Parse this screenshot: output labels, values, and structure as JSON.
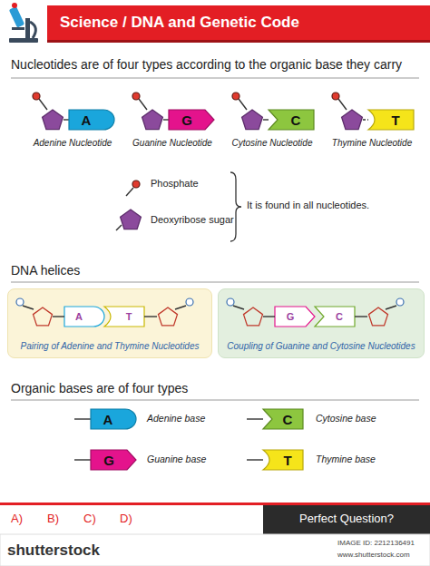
{
  "diagram": {
    "title": "Science / DNA and Genetic Code",
    "nodes": [
      {
        "text": [
          "A"
        ]
      },
      {
        "text": [
          "G"
        ]
      },
      {
        "text": [
          "C"
        ]
      },
      {
        "text": [
          "T"
        ]
      },
      {
        "text": [
          "Pairing of Adenine and Thymine Nucleotides"
        ]
      },
      {
        "text": [
          "A"
        ],
        "in": 4
      },
      {
        "text": [
          "T"
        ],
        "in": 4
      },
      {
        "text": [
          "Coupling of Guanine and Cytosine Nucleotides"
        ]
      },
      {
        "text": [
          "G"
        ],
        "in": 7
      },
      {
        "text": [
          "C"
        ],
        "in": 7
      },
      {
        "text": [
          "A"
        ]
      },
      {
        "text": [
          "C"
        ]
      },
      {
        "text": [
          "G"
        ]
      },
      {
        "text": [
          "T"
        ]
      }
    ],
    "labels": [
      "Nucleotides are of four types according to the organic base they carry",
      "Adenine Nucleotide",
      "Guanine Nucleotide",
      "Cytosine Nucleotide",
      "Thymine Nucleotide",
      "It is found in all nucleotides.",
      "DNA helices",
      "Organic bases are of four types",
      "Adenine base",
      "Cytosine base",
      "Guanine base",
      "Thymine base",
      "A)",
      "B)",
      "C)",
      "D)",
      "Perfect Question?",
      "shutterstock",
      "IMAGE ID: 2212136491",
      "www.shutterstock.com"
    ],
    "legend": [
      {
        "text": "Phosphate"
      },
      {
        "text": "Deoxyribose sugar"
      }
    ]
  }
}
